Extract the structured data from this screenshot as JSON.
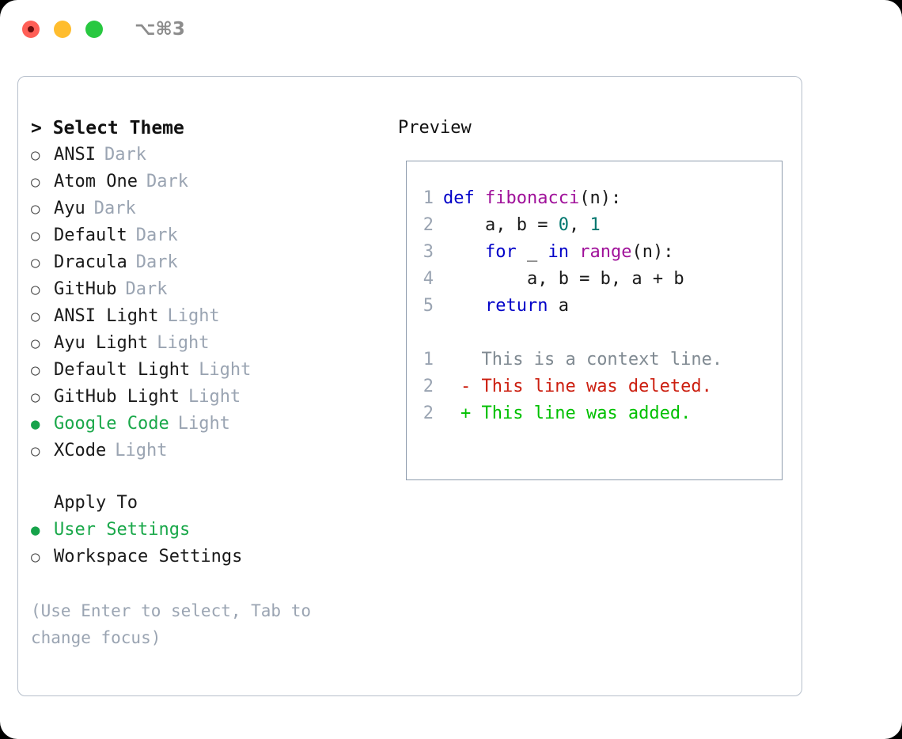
{
  "titlebar": {
    "shortcut": "⌥⌘3",
    "lights": [
      "close",
      "minimize",
      "maximize"
    ]
  },
  "theme_picker": {
    "header": "> Select Theme",
    "selected_bullet": "●",
    "unselected_bullet": "○",
    "items": [
      {
        "name": "ANSI",
        "tag": "Dark",
        "selected": false
      },
      {
        "name": "Atom One",
        "tag": "Dark",
        "selected": false
      },
      {
        "name": "Ayu",
        "tag": "Dark",
        "selected": false
      },
      {
        "name": "Default",
        "tag": "Dark",
        "selected": false
      },
      {
        "name": "Dracula",
        "tag": "Dark",
        "selected": false
      },
      {
        "name": "GitHub",
        "tag": "Dark",
        "selected": false
      },
      {
        "name": "ANSI Light",
        "tag": "Light",
        "selected": false
      },
      {
        "name": "Ayu Light",
        "tag": "Light",
        "selected": false
      },
      {
        "name": "Default Light",
        "tag": "Light",
        "selected": false
      },
      {
        "name": "GitHub Light",
        "tag": "Light",
        "selected": false
      },
      {
        "name": "Google Code",
        "tag": "Light",
        "selected": true
      },
      {
        "name": "XCode",
        "tag": "Light",
        "selected": false
      }
    ]
  },
  "apply_to": {
    "header": "Apply To",
    "items": [
      {
        "name": "User Settings",
        "selected": true
      },
      {
        "name": "Workspace Settings",
        "selected": false
      }
    ]
  },
  "hint": "(Use Enter to select, Tab to change focus)",
  "preview": {
    "title": "Preview",
    "code_lines": [
      {
        "number": "1",
        "tokens": [
          {
            "text": "def ",
            "type": "kw"
          },
          {
            "text": "fibonacci",
            "type": "fn"
          },
          {
            "text": "(n):",
            "type": "pl"
          }
        ]
      },
      {
        "number": "2",
        "tokens": [
          {
            "text": "    a, b = ",
            "type": "pl"
          },
          {
            "text": "0",
            "type": "num"
          },
          {
            "text": ", ",
            "type": "pl"
          },
          {
            "text": "1",
            "type": "num"
          }
        ]
      },
      {
        "number": "3",
        "tokens": [
          {
            "text": "    ",
            "type": "pl"
          },
          {
            "text": "for",
            "type": "kw"
          },
          {
            "text": " _ ",
            "type": "pl"
          },
          {
            "text": "in",
            "type": "kw"
          },
          {
            "text": " ",
            "type": "pl"
          },
          {
            "text": "range",
            "type": "fn"
          },
          {
            "text": "(n):",
            "type": "pl"
          }
        ]
      },
      {
        "number": "4",
        "tokens": [
          {
            "text": "        a, b = b, a + b",
            "type": "pl"
          }
        ]
      },
      {
        "number": "5",
        "tokens": [
          {
            "text": "    ",
            "type": "pl"
          },
          {
            "text": "return",
            "type": "kw"
          },
          {
            "text": " a",
            "type": "pl"
          }
        ]
      }
    ],
    "diff_lines": [
      {
        "number": "1",
        "marker": " ",
        "text": " This is a context line.",
        "kind": "ctx"
      },
      {
        "number": "2",
        "marker": "-",
        "text": " This line was deleted.",
        "kind": "del"
      },
      {
        "number": "2",
        "marker": "+",
        "text": " This line was added.",
        "kind": "add"
      }
    ]
  },
  "colors": {
    "accent_green": "#1aa84a",
    "tag_gray": "#9aa4b2",
    "keyword_blue": "#0000c8",
    "function_magenta": "#a0119a",
    "number_teal": "#00766e",
    "diff_added": "#00c000",
    "diff_deleted": "#cc1f10",
    "diff_context": "#808a92",
    "panel_border": "#b6bfcb",
    "preview_border": "#8e9cad",
    "light_red": "#ff5f57",
    "light_yellow": "#ffbd2e",
    "light_green": "#28c840"
  }
}
